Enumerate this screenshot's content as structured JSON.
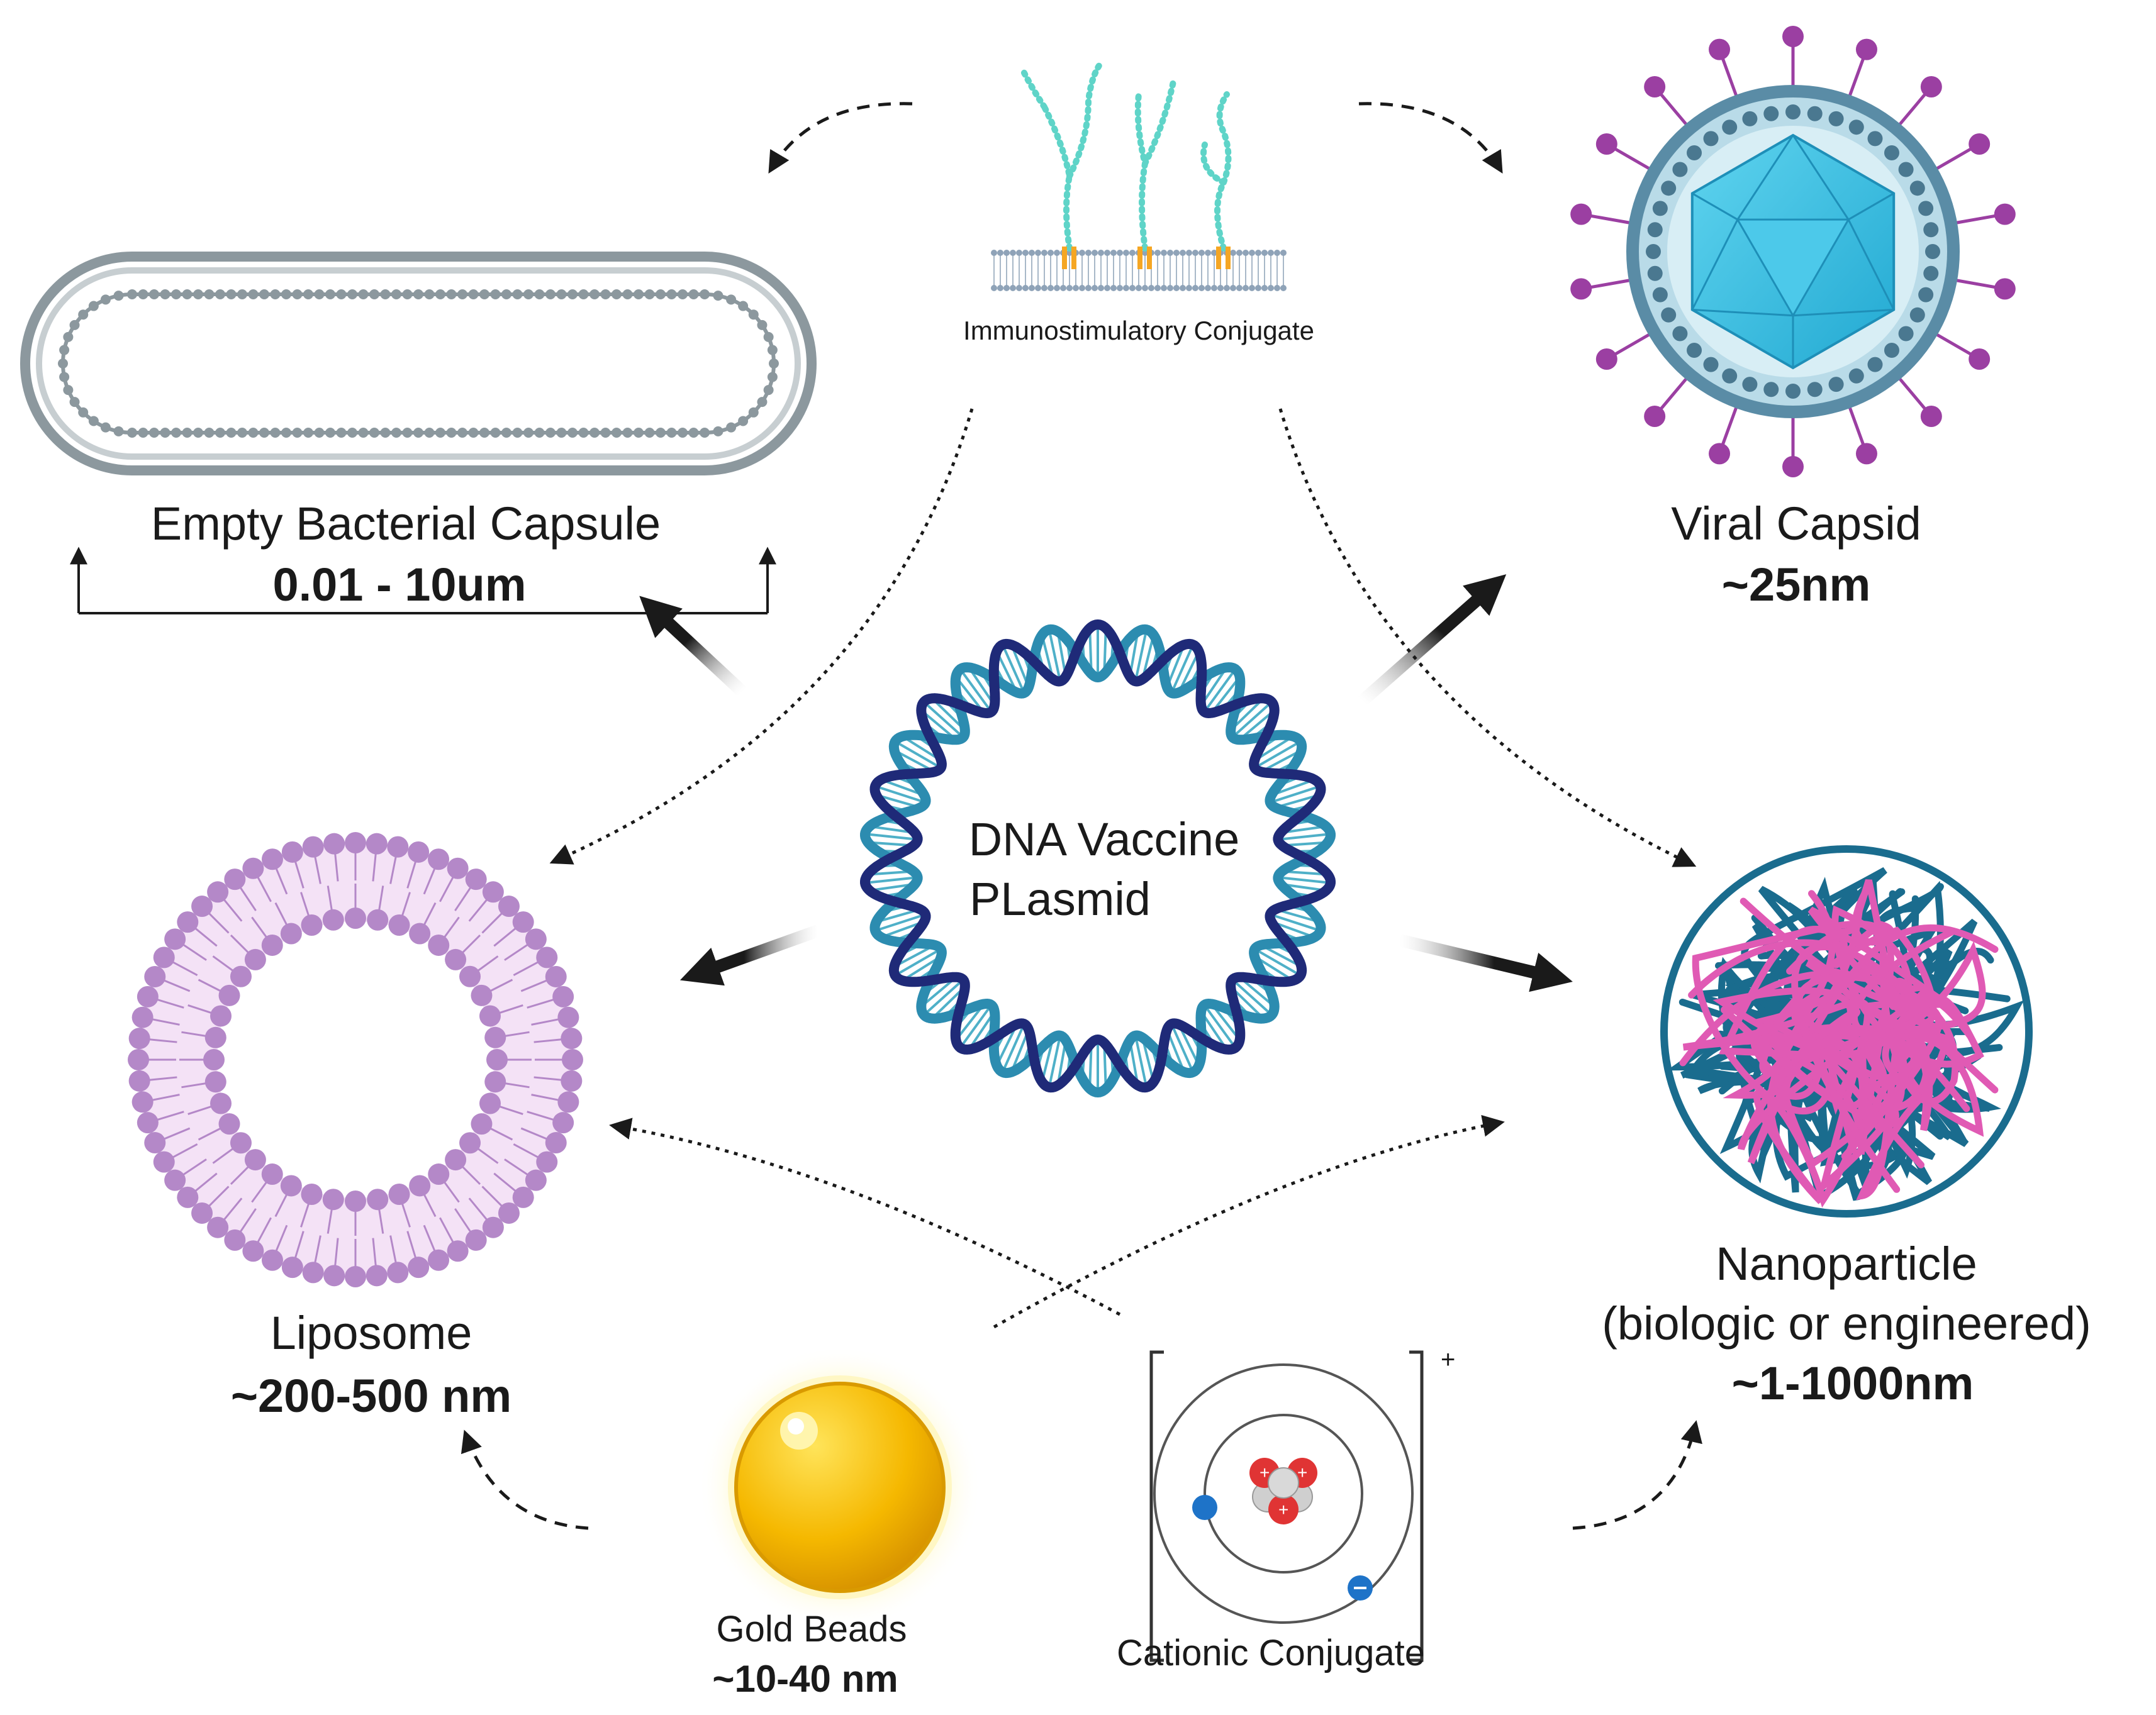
{
  "center": {
    "name_line1": "DNA Vaccine",
    "name_line2": "PLasmid"
  },
  "bacterial_capsule": {
    "name": "Empty Bacterial Capsule",
    "size": "0.01 - 10um"
  },
  "viral_capsid": {
    "name": "Viral Capsid",
    "size": "~25nm"
  },
  "liposome": {
    "name": "Liposome",
    "size": "~200-500 nm"
  },
  "nanoparticle": {
    "name": "Nanoparticle",
    "subtitle": "(biologic or engineered)",
    "size": "~1-1000nm"
  },
  "immunostimulatory": {
    "name": "Immunostimulatory Conjugate"
  },
  "gold_beads": {
    "name": "Gold Beads",
    "size": "~10-40 nm"
  },
  "cationic": {
    "name": "Cationic Conjugate",
    "charge": "+"
  },
  "colors": {
    "dna_dark": "#1f2a78",
    "dna_teal": "#2c8cb0",
    "liposome": "#b488c8",
    "capsid_teal": "#35c3e6",
    "capsid_ring": "#5a8ca6",
    "spike": "#9b3fa2",
    "nano_blue": "#1a6c8e",
    "nano_pink": "#e05ab4",
    "gold": "#f2b400",
    "capsule_gray": "#8c989e"
  }
}
